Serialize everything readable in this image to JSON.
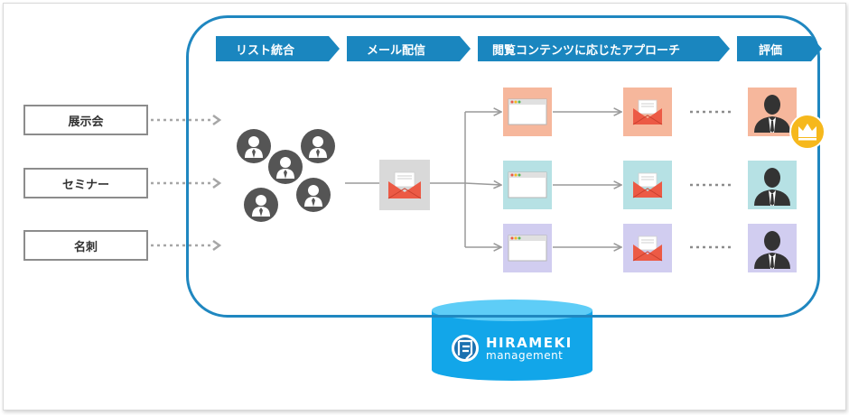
{
  "sources": [
    "展示会",
    "セミナー",
    "名刺"
  ],
  "steps": [
    "リスト統合",
    "メール配信",
    "閲覧コンテンツに応じたアプローチ",
    "評価"
  ],
  "brand": {
    "name": "HIRAMEKI",
    "sub": "management"
  },
  "colors": {
    "accent": "#1a86bf",
    "orange_tile": "#f6b79c",
    "teal_tile": "#b6e1e4",
    "purple_tile": "#d1cdf0",
    "db_blue": "#12a6e9",
    "crown": "#f6b81c",
    "mail_red": "#ec5a45"
  }
}
